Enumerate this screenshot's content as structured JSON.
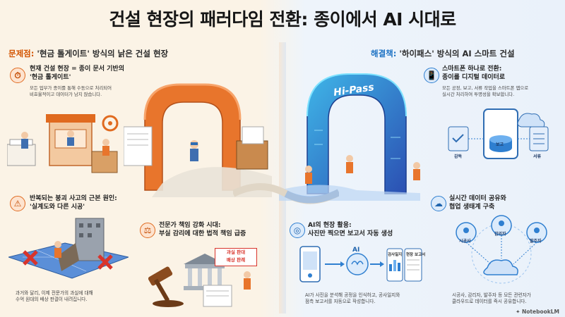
{
  "title": "건설 현장의 패러다임 전환: 종이에서 AI 시대로",
  "left_heading": {
    "tag": "문제점:",
    "rest": " '현금 톨게이트' 방식의 낡은 건설 현장"
  },
  "right_heading": {
    "tag": "해결책:",
    "rest": " '하이패스' 방식의 AI 스마트 건설"
  },
  "problem_1": {
    "title_line1": "현재 건설 현장 = 종이 문서 기반의",
    "title_line2": "'현금 톨게이트'",
    "body_line1": "모든 업무가 종이를 통해 수동으로 처리되어",
    "body_line2": "비효율적이고 데이터가 남지 않습니다."
  },
  "problem_2": {
    "title_line1": "반복되는 붕괴 사고의 근본 원인:",
    "title_line2": "'실계도와 다른 시공'"
  },
  "problem_3": {
    "title_line1": "전문가 책임 강화 시대:",
    "title_line2": "부실 감리에 대한 법적 책임 급증",
    "sign_line1": "과실 판대",
    "sign_line2": "배상 판례"
  },
  "problem_footer": {
    "line1": "과거와 달리, 이제 전문가의 과실에 대해",
    "line2": "수억 원대의 배상 판결이 내려집니다."
  },
  "gate_label": "Hi-Pass",
  "solution_1": {
    "title_line1": "스마트폰 하나로 전환:",
    "title_line2": "종이를 디지털 데이터로",
    "body_line1": "모든 공정, 보고, 서류 작업을 스마트폰 앱으로",
    "body_line2": "실시간 처리하여 투명성을 확보합니다.",
    "labels": {
      "inspection": "감독",
      "report": "보고",
      "documents": "서류"
    }
  },
  "solution_2": {
    "title_line1": "AI의 현장 활용:",
    "title_line2": "사진만 찍으면 보고서 자동 생성",
    "ai_label": "AI",
    "doc1": "검사일지",
    "doc2": "현장 보고서",
    "body_line1": "AI가 사진을 분석해 공정을 인식하고, 공사일지와",
    "body_line2": "점측 보고서를 자동으로 작성합니다."
  },
  "solution_3": {
    "title_line1": "실시간 데이터 공유와",
    "title_line2": "협업 생태계 구축",
    "nodes": {
      "contractor": "시공사",
      "supervisor": "감리자",
      "owner": "발주자"
    },
    "body_line1": "시공사, 감리자, 발주자 등 모든 관련자가",
    "body_line2": "클라우드로 데이터를 즉시 공유합니다."
  },
  "watermark": "NotebookLM",
  "colors": {
    "orange": "#e06a1f",
    "blue": "#2f7fd0",
    "red_x": "#d9342b"
  },
  "icons": {
    "problem_1": "clock-icon",
    "problem_2": "warning-icon",
    "problem_3": "gavel-icon",
    "solution_1": "smartphone-icon",
    "solution_2": "ai-camera-icon",
    "solution_3": "cloud-share-icon"
  }
}
